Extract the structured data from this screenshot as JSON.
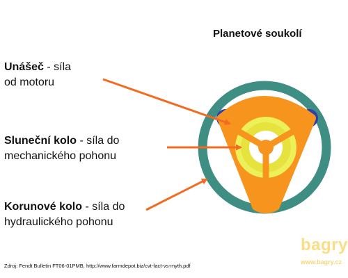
{
  "title": "Planetové soukolí",
  "labels": [
    {
      "bold": "Unášeč",
      "rest": " - síla",
      "line2": "od motoru"
    },
    {
      "bold": "Sluneční kolo",
      "rest": " - síla do",
      "line2": "mechanického pohonu"
    },
    {
      "bold": "Korunové kolo",
      "rest": " - síla do",
      "line2": "hydraulického pohonu"
    }
  ],
  "source": "Zdroj: Fendt Bulletin FT06-01PMB, http://www.farmdepot.biz/cvt-fact-vs-myth.pdf",
  "logo": {
    "word": "bagry",
    "url": "www.bagry.cz"
  },
  "colors": {
    "ring_gear": "#3e8e84",
    "carrier": "#f7941d",
    "sun_gear": "#eef05a",
    "planet_gears": "#2f3db3",
    "arrows": "#f26b21"
  }
}
